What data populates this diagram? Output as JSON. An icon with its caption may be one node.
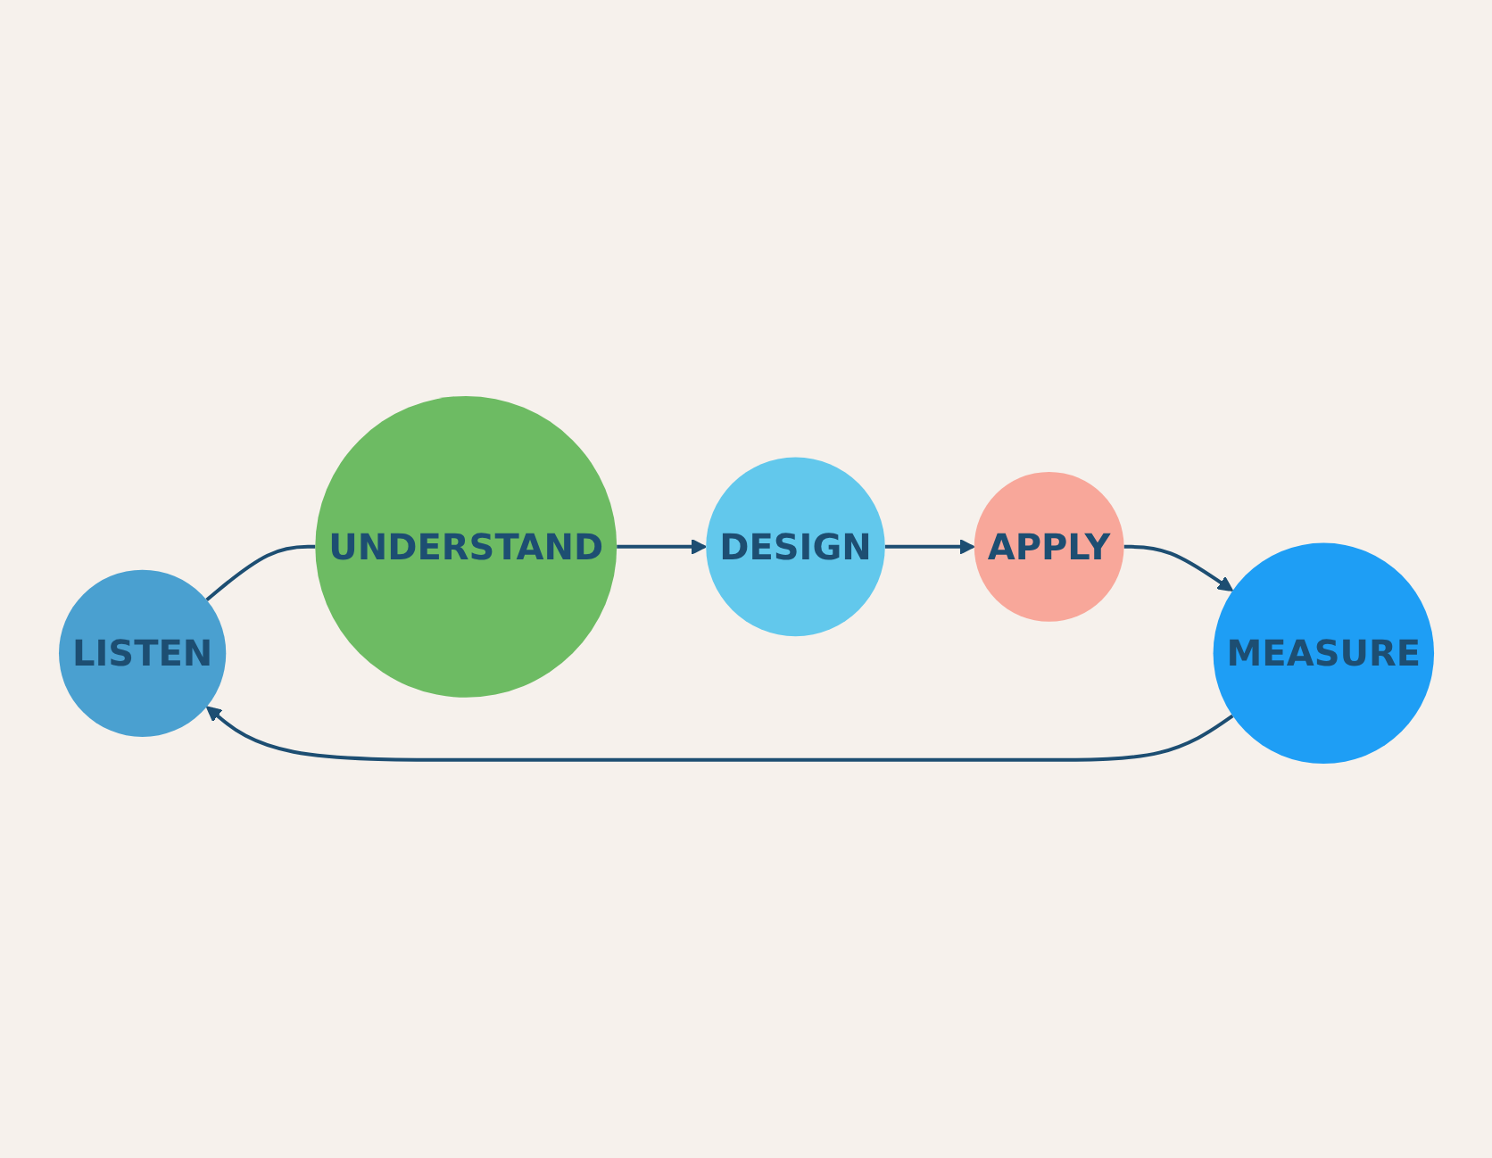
{
  "diagram": {
    "nodes": [
      {
        "text": [
          "LISTEN"
        ]
      },
      {
        "text": [
          "MEASURE"
        ]
      },
      {
        "text": [
          "UNDERSTAND"
        ]
      },
      {
        "text": [
          "APPLY"
        ]
      },
      {
        "text": [
          "DESIGN"
        ]
      }
    ],
    "edges": [
      {
        "from": 1,
        "to": 0,
        "arrow": "to"
      },
      {
        "from": 0,
        "to": 2,
        "arrow": "none"
      },
      {
        "from": 2,
        "to": 4,
        "arrow": "to"
      },
      {
        "from": 4,
        "to": 3,
        "arrow": "to"
      },
      {
        "from": 3,
        "to": 1,
        "arrow": "to"
      }
    ]
  }
}
